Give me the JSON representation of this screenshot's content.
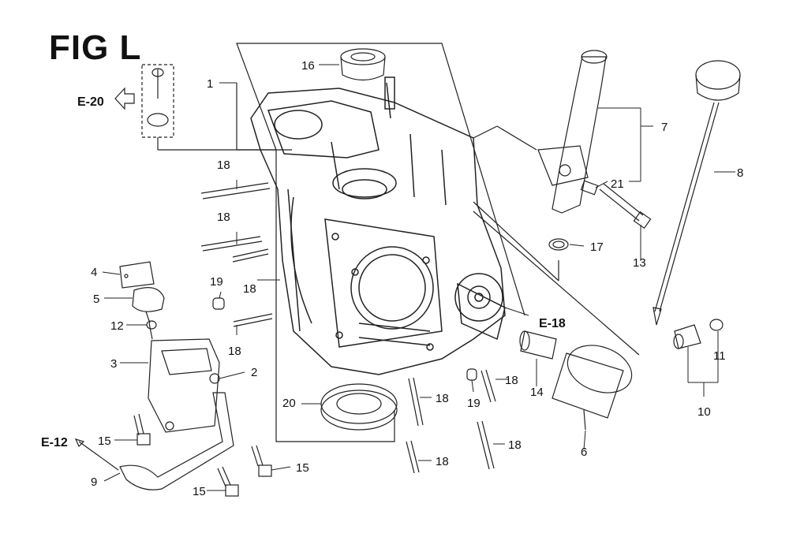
{
  "figure": {
    "title": "FIG L"
  },
  "refs": {
    "e20": "E-20",
    "e18": "E-18",
    "e12": "E-12"
  },
  "callouts": {
    "c1": "1",
    "c2": "2",
    "c3": "3",
    "c4": "4",
    "c5": "5",
    "c6": "6",
    "c7": "7",
    "c8": "8",
    "c9": "9",
    "c10": "10",
    "c11": "11",
    "c12": "12",
    "c13": "13",
    "c14": "14",
    "c15a": "15",
    "c15b": "15",
    "c15c": "15",
    "c16": "16",
    "c17": "17",
    "c18a": "18",
    "c18b": "18",
    "c18c": "18",
    "c18d": "18",
    "c18e": "18",
    "c18f": "18",
    "c18g": "18",
    "c18h": "18",
    "c19a": "19",
    "c19b": "19",
    "c20": "20",
    "c21": "21"
  }
}
